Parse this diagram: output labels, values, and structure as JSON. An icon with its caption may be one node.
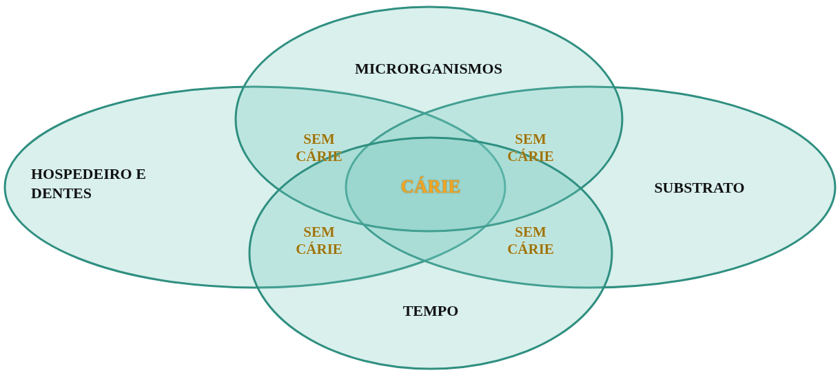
{
  "diagram": {
    "nodes": [
      {
        "text": [
          "HOSPEDEIRO E DENTES"
        ]
      },
      {
        "text": [
          "SUBSTRATO"
        ]
      },
      {
        "text": [
          "MICRORGANISMOS"
        ]
      },
      {
        "text": [
          "TEMPO"
        ]
      }
    ],
    "labels": [
      "SEM CÁRIE",
      "SEM CÁRIE",
      "CÁRIE",
      "SEM CÁRIE",
      "SEM CÁRIE"
    ]
  }
}
